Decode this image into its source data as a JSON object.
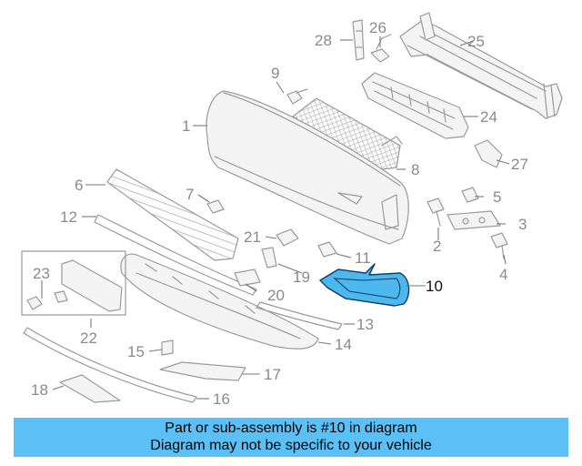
{
  "diagram": {
    "highlighted_part": "10",
    "highlight_color": "#4db8ee",
    "callouts": [
      "1",
      "2",
      "3",
      "4",
      "5",
      "6",
      "7",
      "8",
      "9",
      "10",
      "11",
      "12",
      "13",
      "14",
      "15",
      "16",
      "17",
      "18",
      "19",
      "20",
      "21",
      "22",
      "23",
      "24",
      "25",
      "26",
      "27",
      "28"
    ]
  },
  "banner": {
    "line1": "Part or sub-assembly is #10 in diagram",
    "line2": "Diagram may not be specific to your vehicle",
    "background": "#5bc0f5"
  }
}
